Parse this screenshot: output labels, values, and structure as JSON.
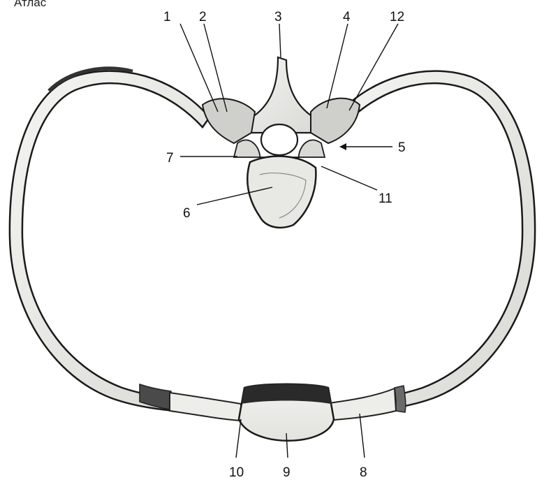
{
  "header": {
    "corner_text": "Атлас"
  },
  "labels": [
    "1",
    "2",
    "3",
    "4",
    "12",
    "5",
    "7",
    "11",
    "6",
    "10",
    "9",
    "8"
  ]
}
